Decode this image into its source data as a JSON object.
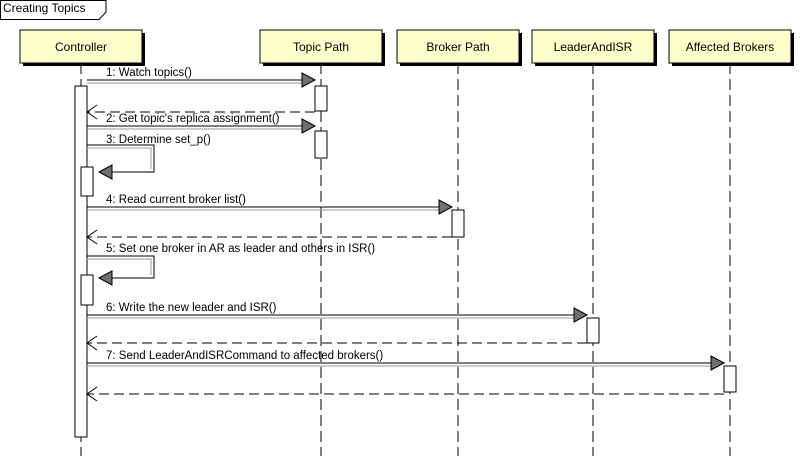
{
  "frame": {
    "title": "Creating Topics"
  },
  "lifelines": [
    {
      "id": "controller",
      "label": "Controller"
    },
    {
      "id": "topic",
      "label": "Topic Path"
    },
    {
      "id": "broker",
      "label": "Broker Path"
    },
    {
      "id": "leader",
      "label": "LeaderAndISR"
    },
    {
      "id": "affected",
      "label": "Affected Brokers"
    }
  ],
  "messages": [
    {
      "label": "1: Watch topics()",
      "from": "controller",
      "to": "topic",
      "kind": "call"
    },
    {
      "label": "",
      "from": "topic",
      "to": "controller",
      "kind": "return"
    },
    {
      "label": "2: Get topic's replica assignment()",
      "from": "controller",
      "to": "topic",
      "kind": "call"
    },
    {
      "label": "3: Determine set_p()",
      "from": "controller",
      "to": "controller",
      "kind": "self"
    },
    {
      "label": "4: Read current broker list()",
      "from": "controller",
      "to": "broker",
      "kind": "call"
    },
    {
      "label": "",
      "from": "broker",
      "to": "controller",
      "kind": "return"
    },
    {
      "label": "5: Set one broker in AR as leader and others in ISR()",
      "from": "controller",
      "to": "controller",
      "kind": "self"
    },
    {
      "label": "6: Write the new leader and ISR()",
      "from": "controller",
      "to": "leader",
      "kind": "call"
    },
    {
      "label": "",
      "from": "leader",
      "to": "controller",
      "kind": "return"
    },
    {
      "label": "7: Send LeaderAndISRCommand to affected brokers()",
      "from": "controller",
      "to": "affected",
      "kind": "call"
    },
    {
      "label": "",
      "from": "affected",
      "to": "controller",
      "kind": "return"
    }
  ],
  "colors": {
    "head_fill": "#ffffcc",
    "head_shadow": "#000000",
    "activation_fill": "#ffffff",
    "line": "#000000",
    "arrow_fill": "#707070"
  }
}
